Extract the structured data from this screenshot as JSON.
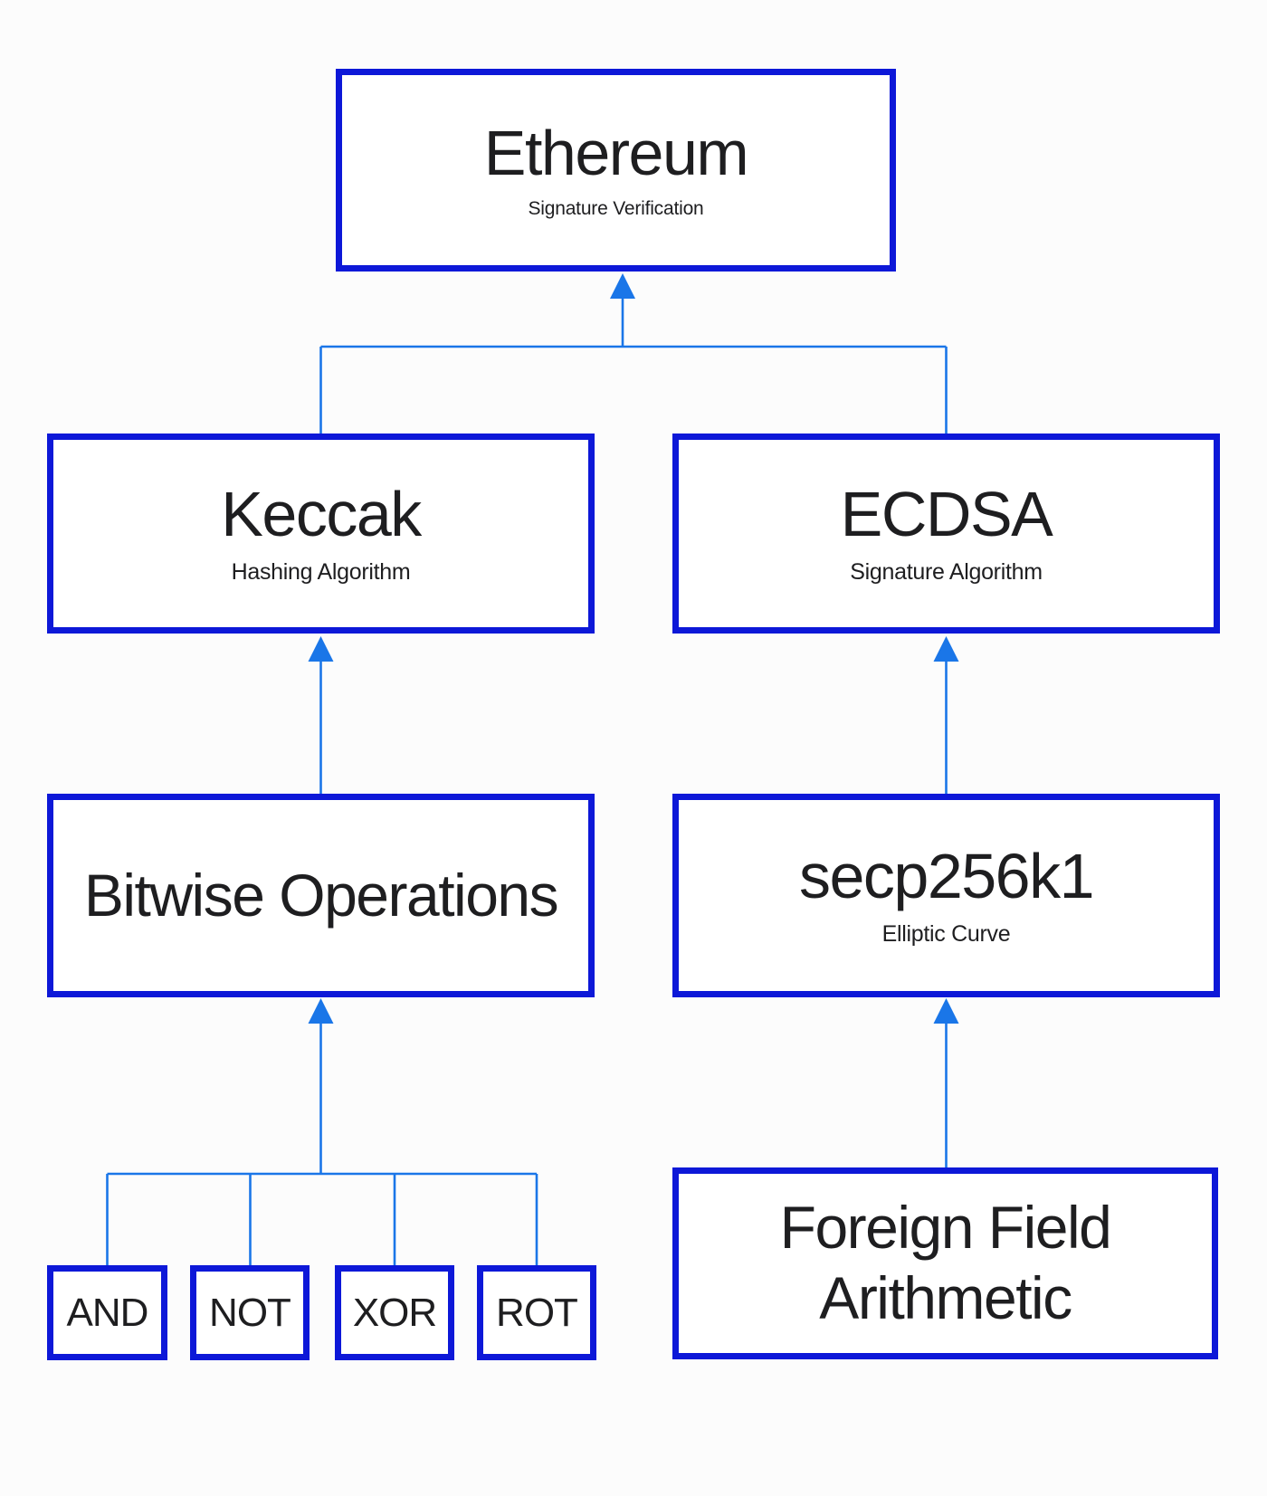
{
  "nodes": {
    "ethereum": {
      "title": "Ethereum",
      "subtitle": "Signature Verification"
    },
    "keccak": {
      "title": "Keccak",
      "subtitle": "Hashing Algorithm"
    },
    "ecdsa": {
      "title": "ECDSA",
      "subtitle": "Signature Algorithm"
    },
    "bitwise": {
      "title": "Bitwise Operations"
    },
    "secp256k1": {
      "title": "secp256k1",
      "subtitle": "Elliptic Curve"
    },
    "ffa": {
      "title": "Foreign Field Arithmetic"
    },
    "and": {
      "title": "AND"
    },
    "not": {
      "title": "NOT"
    },
    "xor": {
      "title": "XOR"
    },
    "rot": {
      "title": "ROT"
    }
  },
  "edges": [
    {
      "from": "keccak",
      "to": "ethereum",
      "arrow": "up"
    },
    {
      "from": "ecdsa",
      "to": "ethereum",
      "arrow": "up"
    },
    {
      "from": "bitwise",
      "to": "keccak",
      "arrow": "up"
    },
    {
      "from": "secp256k1",
      "to": "ecdsa",
      "arrow": "up"
    },
    {
      "from": "and",
      "to": "bitwise",
      "arrow": "up"
    },
    {
      "from": "not",
      "to": "bitwise",
      "arrow": "up"
    },
    {
      "from": "xor",
      "to": "bitwise",
      "arrow": "up"
    },
    {
      "from": "rot",
      "to": "bitwise",
      "arrow": "up"
    },
    {
      "from": "ffa",
      "to": "secp256k1",
      "arrow": "up"
    }
  ],
  "colors": {
    "box_border": "#0d18d8",
    "connector": "#1a76e8",
    "text": "#1e1e20",
    "background": "#fcfcfc"
  }
}
